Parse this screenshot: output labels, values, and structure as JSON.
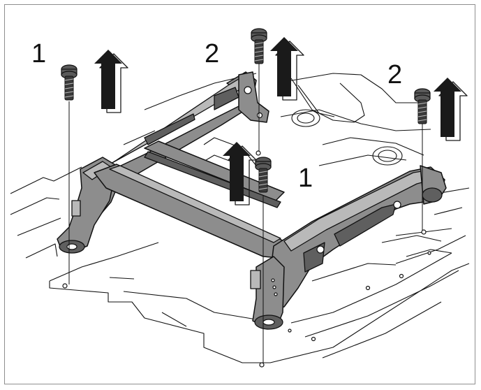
{
  "callouts": {
    "front_left": "1",
    "rear_left": "2",
    "rear_right": "2",
    "front_center": "1"
  },
  "colors": {
    "frame": "#8d8d8d",
    "frame_light": "#b9b9b9",
    "frame_dark": "#5f5f5f",
    "line": "#111111",
    "border": "#8f8f8f"
  },
  "icons": {
    "bolt": "bolt-icon",
    "arrow": "up-arrow-icon"
  }
}
